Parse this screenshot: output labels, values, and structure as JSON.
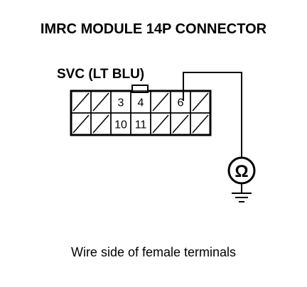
{
  "title": "IMRC MODULE 14P CONNECTOR",
  "connector": {
    "label": "SVC (LT BLU)",
    "rows": [
      [
        "",
        "",
        "3",
        "4",
        "",
        "6",
        ""
      ],
      [
        "",
        "",
        "10",
        "11",
        "",
        "",
        ""
      ]
    ]
  },
  "meter": {
    "symbol": "Ω"
  },
  "caption": "Wire side of female terminals"
}
